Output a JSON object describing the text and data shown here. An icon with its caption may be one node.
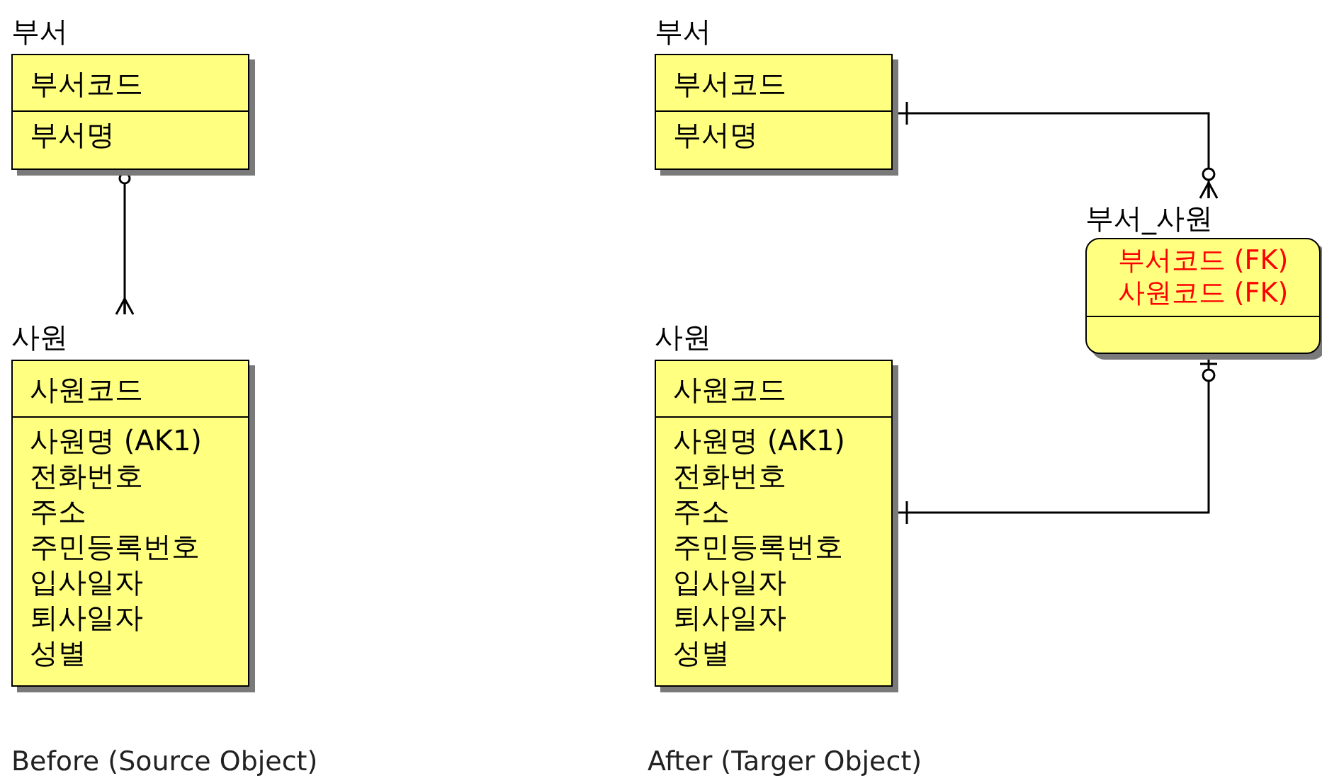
{
  "diagram": {
    "nodes": [
      {
        "text": [
          "부서",
          "부서코드",
          "부서명"
        ]
      },
      {
        "text": [
          "사원",
          "사원코드",
          "사원명 (AK1)",
          "전화번호",
          "주소",
          "주민등록번호",
          "입사일자",
          "퇴사일자",
          "성별"
        ]
      },
      {
        "text": [
          "부서",
          "부서코드",
          "부서명"
        ]
      },
      {
        "text": [
          "사원",
          "사원코드",
          "사원명 (AK1)",
          "전화번호",
          "주소",
          "주민등록번호",
          "입사일자",
          "퇴사일자",
          "성별"
        ]
      },
      {
        "text": [
          "부서_사원",
          "부서코드 (FK)",
          "사원코드 (FK)"
        ]
      }
    ],
    "edges": [
      {
        "from": 0,
        "to": 1,
        "arrow": "other"
      },
      {
        "from": 2,
        "to": 4,
        "arrow": "other"
      },
      {
        "from": 3,
        "to": 4,
        "arrow": "other"
      }
    ],
    "labels": [
      "Before (Source Object)",
      "After (Targer Object)"
    ]
  }
}
